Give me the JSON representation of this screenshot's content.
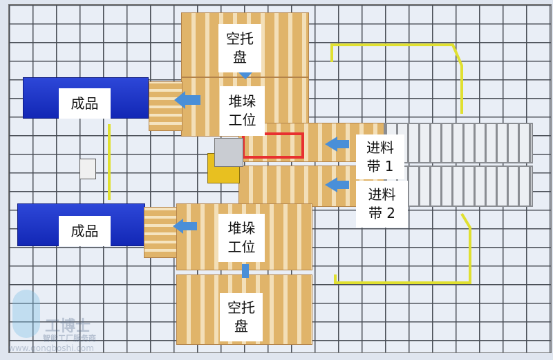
{
  "labels": {
    "empty_pallet_top": "空托\n盘",
    "stack_station_top": "堆垛\n工位",
    "product_top": "成品",
    "infeed_1": "进料\n带 1",
    "infeed_2": "进料\n带 2",
    "product_bottom": "成品",
    "stack_station_bottom": "堆垛\n工位",
    "empty_pallet_bottom": "空托\n盘"
  },
  "watermark": {
    "brand": "工博士",
    "slogan": "智能工厂服务商",
    "url": "www.gongboshi.com"
  },
  "colors": {
    "product": "#1a30c8",
    "arrow": "#4a8fd8",
    "gripper": "#e83030",
    "fence": "#e0e030",
    "robot_base": "#e8c020",
    "pallet": "#e0b46a"
  }
}
